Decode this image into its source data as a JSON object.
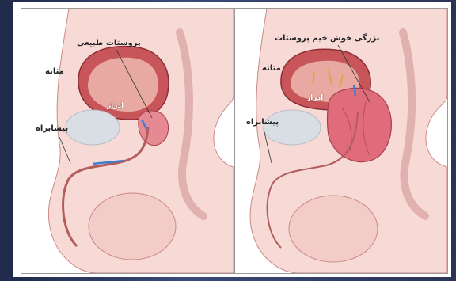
{
  "panels": {
    "normal": {
      "prostate_label": "پروستات طبیعی",
      "bladder_label": "مثانه",
      "urine_label": "ادرار",
      "urethra_label": "پیشابراه"
    },
    "enlarged": {
      "prostate_label": "بزرگی خوش خیم پروستات",
      "bladder_label": "مثانه",
      "urine_label": "ادرار",
      "urethra_label": "پیشابراه"
    }
  },
  "colors": {
    "skin": "#f7d9d6",
    "skin_outline": "#c98a86",
    "bladder": "#c7555a",
    "bladder_inner": "#9b3940",
    "prostate": "#e58a93",
    "prostate_enlarged": "#e06b7a",
    "bone": "#d9dde4",
    "urine_flow": "#3a7fd6",
    "urethra": "#b25c5c"
  }
}
